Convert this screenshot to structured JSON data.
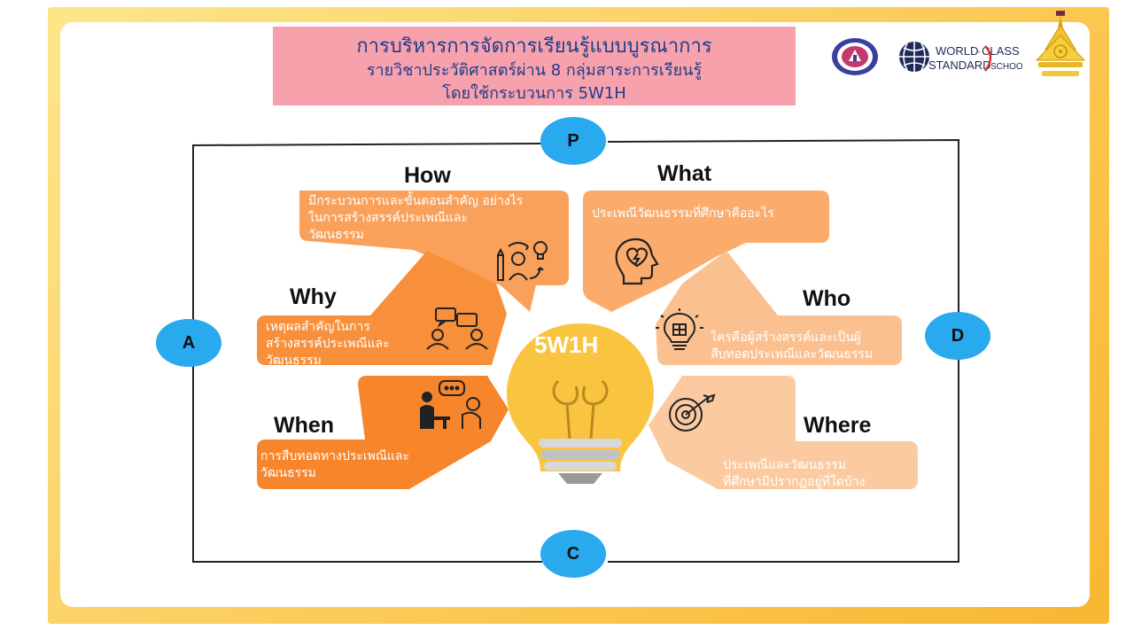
{
  "title": {
    "line1": "การบริหารการจัดการเรียนรู้แบบบูรณาการ",
    "line2": "รายวิชาประวัติศาสตร์ผ่าน 8 กลุ่มสาระการเรียนรู้",
    "line3": "โดยใช้กระบวนการ 5W1H"
  },
  "logos": {
    "world_class_top": "WORLD",
    "world_class_dash": "CLASS",
    "world_class_bottom": "STANDARD",
    "world_class_school": "SCHOOL"
  },
  "pdca": {
    "top": "P",
    "left": "A",
    "right": "D",
    "bottom": "C"
  },
  "center": {
    "label": "5W1H"
  },
  "sections": {
    "how": {
      "heading": "How",
      "text": "มีกระบวนการและขั้นตอนสำคัญ อย่างไร\nในการสร้างสรรค์ประเพณีและ\nวัฒนธรรม"
    },
    "what": {
      "heading": "What",
      "text": "ประเพณีวัฒนธรรมที่ศึกษาคืออะไร"
    },
    "why": {
      "heading": "Why",
      "text": "เหตุผลสำคัญในการ\nสร้างสรรค์ประเพณีและ\nวัฒนธรรม"
    },
    "who": {
      "heading": "Who",
      "text": "ใครคือผู้สร้างสรรค์และเป็นผู้\nสืบทอดประเพณีและวัฒนธรรม"
    },
    "when": {
      "heading": "When",
      "text": "การสืบทอดทางประเพณีและ\nวัฒนธรรม"
    },
    "where": {
      "heading": "Where",
      "text": "ประเพณีและวัฒนธรรม\nที่ศึกษามีปรากฏอยู่ที่ใดบ้าง"
    }
  },
  "colors": {
    "frame": "#fbd46b",
    "title_bg": "#f7a1ad",
    "title_text": "#1f3d8a",
    "pdca_circle": "#29a9ee",
    "orange_dark": "#f7923a",
    "orange_mid": "#f9a15a",
    "orange_light": "#fbc59a",
    "bulb": "#f9c440"
  }
}
